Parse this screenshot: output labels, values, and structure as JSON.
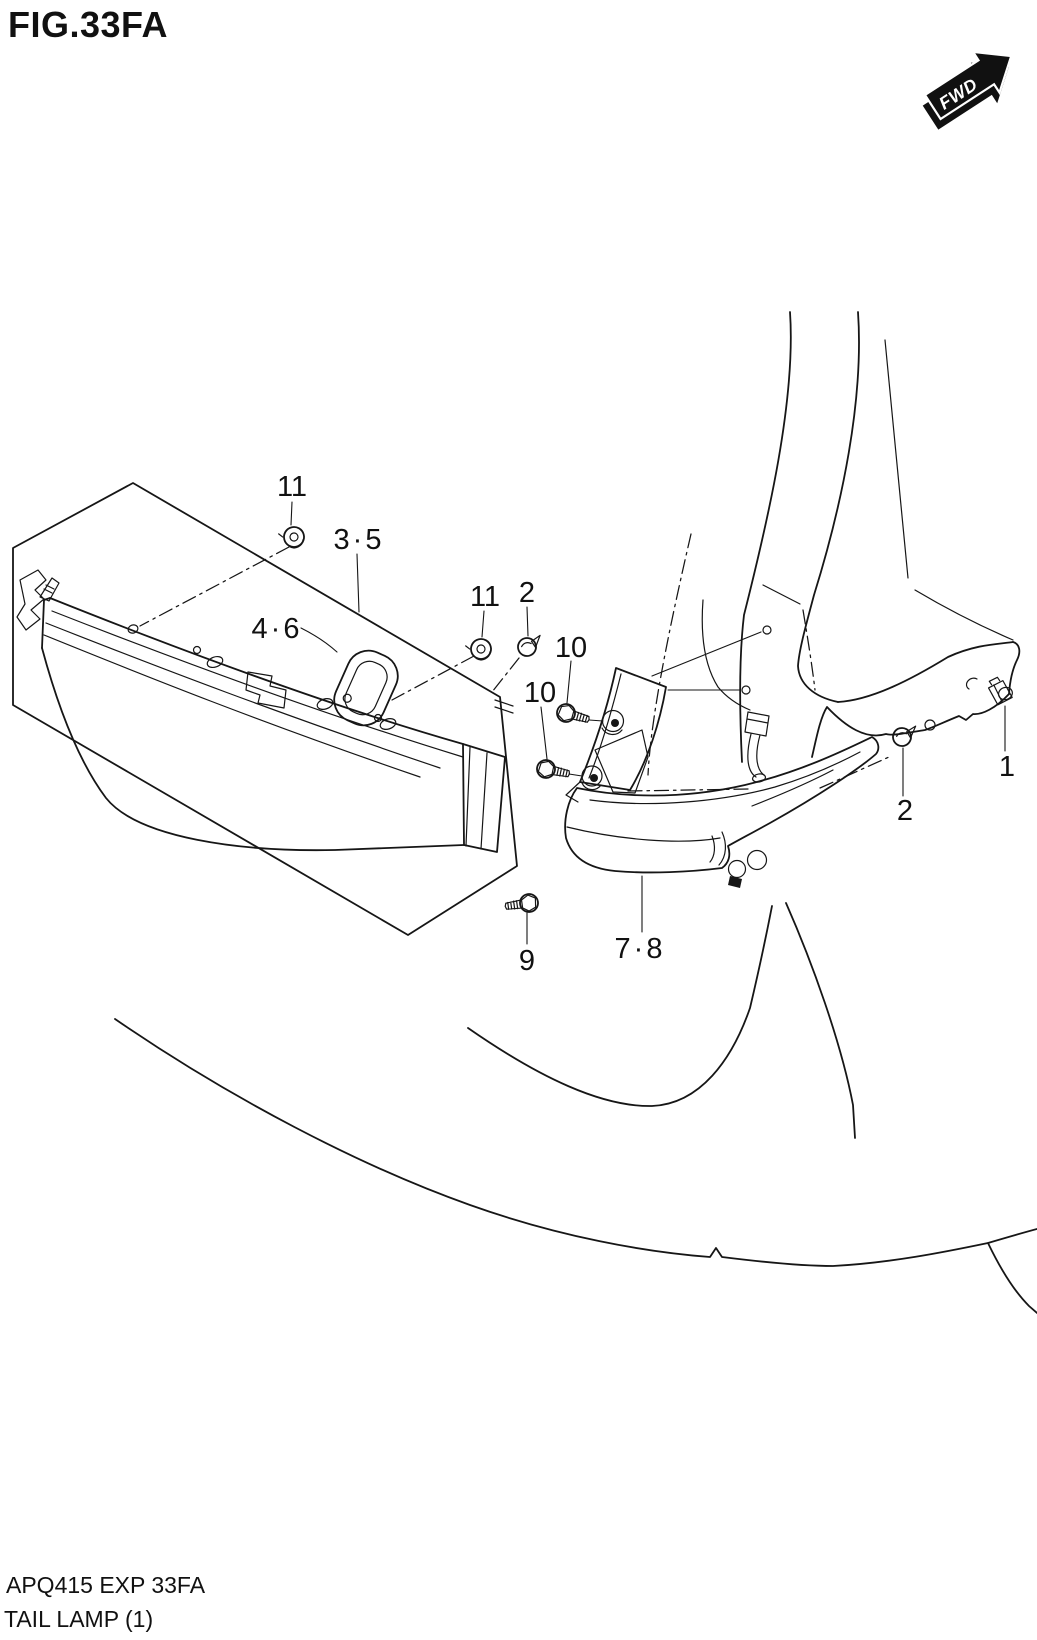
{
  "figure": {
    "title": "FIG.33FA",
    "fwd_label": "FWD"
  },
  "footer": {
    "code_line": "APQ415 EXP 33FA",
    "caption": "TAIL LAMP (1)"
  },
  "callouts": [
    {
      "id": "11a",
      "label": "11"
    },
    {
      "id": "3-5",
      "label": "3·5"
    },
    {
      "id": "4-6",
      "label": "4·6"
    },
    {
      "id": "11b",
      "label": "11"
    },
    {
      "id": "2a",
      "label": "2"
    },
    {
      "id": "10a",
      "label": "10"
    },
    {
      "id": "10b",
      "label": "10"
    },
    {
      "id": "9",
      "label": "9"
    },
    {
      "id": "7-8",
      "label": "7·8"
    },
    {
      "id": "1",
      "label": "1"
    },
    {
      "id": "2b",
      "label": "2"
    }
  ],
  "colors": {
    "ink": "#161616",
    "background": "#ffffff"
  }
}
